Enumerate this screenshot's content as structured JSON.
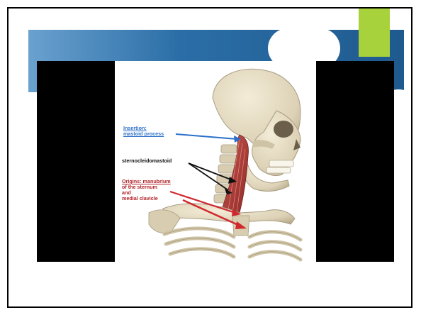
{
  "figure": {
    "insertion_line1": "Insertion:",
    "insertion_line2": "mastoid process",
    "muscle_name": "sternocleidomastoid",
    "origins_line1": "Origins: manubrium",
    "origins_line2": "of the sternum",
    "origins_line3": "and",
    "origins_line4": "medial clavicle"
  },
  "colors": {
    "banner_blue": "#1f5a8e",
    "accent_green": "#a8d23b",
    "insertion_blue": "#2c6fc9",
    "origins_red": "#b2242a"
  }
}
